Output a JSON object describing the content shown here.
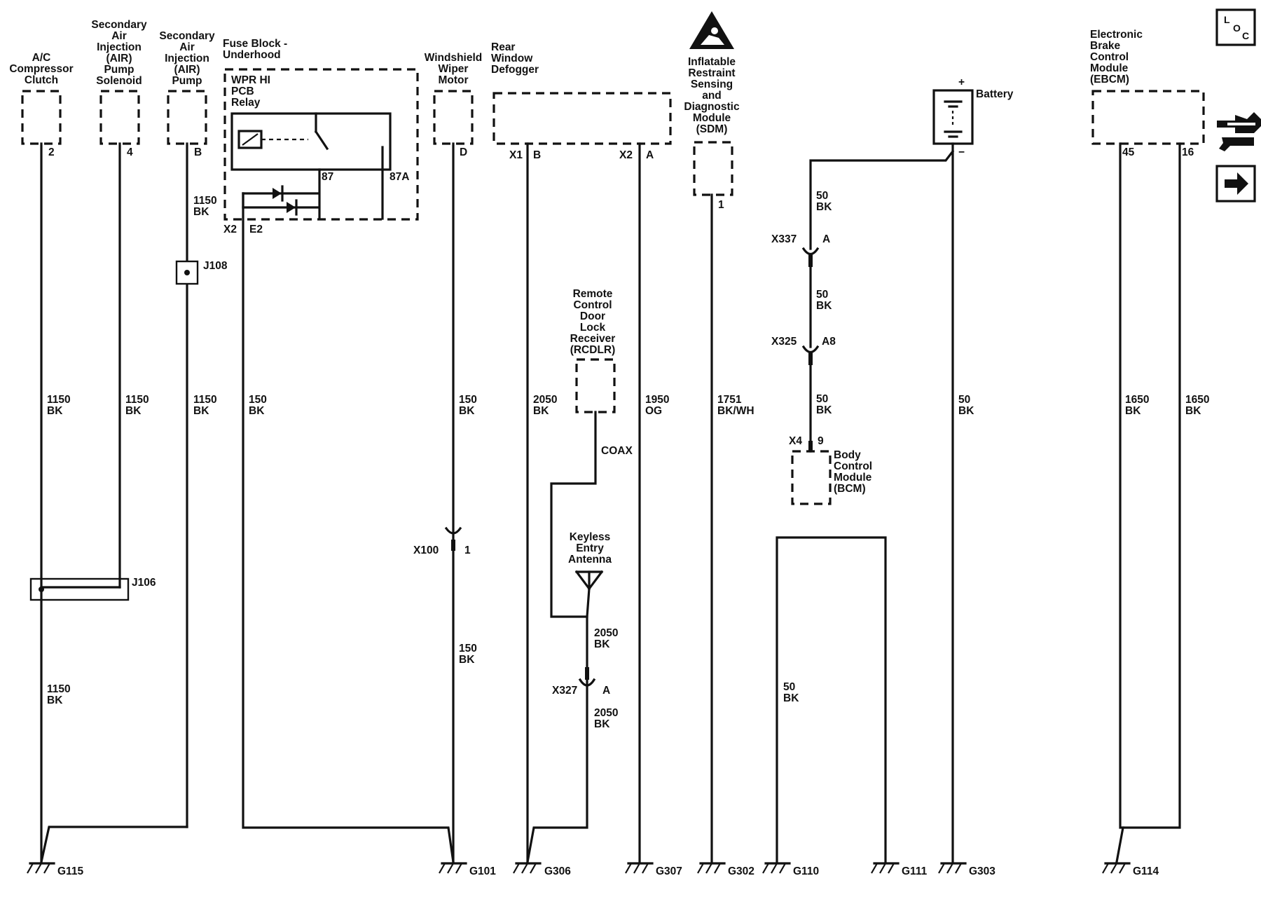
{
  "components": {
    "ac_clutch": "A/C\nCompressor\nClutch",
    "air_solenoid": "Secondary\nAir\nInjection\n(AIR)\nPump\nSolenoid",
    "air_pump": "Secondary\nAir\nInjection\n(AIR)\nPump",
    "fuse_block": "Fuse Block -\nUnderhood",
    "relay": "WPR HI\nPCB\nRelay",
    "wiper_motor": "Windshield\nWiper\nMotor",
    "defogger": "Rear\nWindow\nDefogger",
    "sdm": "Inflatable\nRestraint\nSensing\nand\nDiagnostic\nModule\n(SDM)",
    "rcdlr": "Remote\nControl\nDoor\nLock\nReceiver\n(RCDLR)",
    "antenna": "Keyless\nEntry\nAntenna",
    "battery": "Battery",
    "bcm": "Body\nControl\nModule\n(BCM)",
    "ebcm": "Electronic\nBrake\nControl\nModule\n(EBCM)"
  },
  "pins": {
    "ac_clutch": "2",
    "air_solenoid": "4",
    "air_pump": "B",
    "relay_87": "87",
    "relay_87a": "87A",
    "fuse_conn": "X2",
    "fuse_pin": "E2",
    "wiper_motor": "D",
    "defog_x1": "X1",
    "defog_b": "B",
    "defog_x2": "X2",
    "defog_a": "A",
    "sdm": "1",
    "x337": "X337",
    "x337_pin": "A",
    "x325": "X325",
    "x325_pin": "A8",
    "bcm_conn": "X4",
    "bcm_pin": "9",
    "x100": "X100",
    "x100_pin": "1",
    "x327": "X327",
    "x327_pin": "A",
    "ebcm_45": "45",
    "ebcm_16": "16",
    "batt_plus": "+",
    "batt_minus": "−"
  },
  "splices": {
    "j108": "J108",
    "j106": "J106"
  },
  "wires": {
    "w1150": "1150\nBK",
    "w150": "150\nBK",
    "w2050": "2050\nBK",
    "w1950": "1950\nOG",
    "w1751": "1751\nBK/WH",
    "w50": "50\nBK",
    "w1650": "1650\nBK",
    "coax": "COAX"
  },
  "grounds": {
    "g115": "G115",
    "g101": "G101",
    "g306": "G306",
    "g307": "G307",
    "g302": "G302",
    "g110": "G110",
    "g111": "G111",
    "g303": "G303",
    "g114": "G114"
  },
  "nav": {
    "loc_l": "L",
    "loc_o": "O",
    "loc_c": "C"
  }
}
